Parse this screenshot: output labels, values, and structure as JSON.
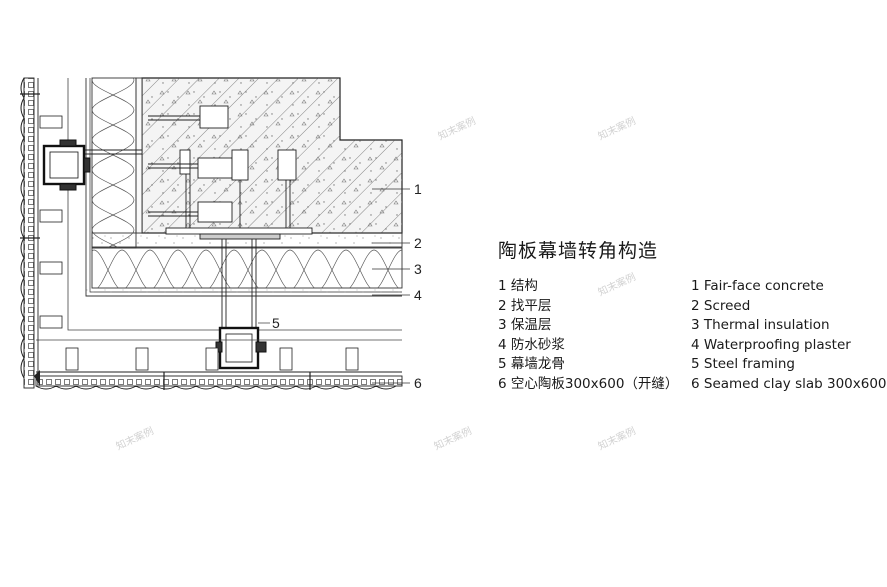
{
  "title": "陶板幕墙转角构造",
  "callouts": [
    "1",
    "2",
    "3",
    "4",
    "5",
    "6"
  ],
  "legend_cn": [
    "1 结构",
    "2 找平层",
    "3 保温层",
    "4 防水砂浆",
    "5 幕墙龙骨",
    "6 空心陶板300x600（开缝）"
  ],
  "legend_en": [
    "1 Fair-face concrete",
    "2 Screed",
    "3 Thermal insulation",
    "4 Waterproofing plaster",
    "5 Steel framing",
    "6 Seamed clay slab 300x600"
  ],
  "watermark": "知末案例"
}
